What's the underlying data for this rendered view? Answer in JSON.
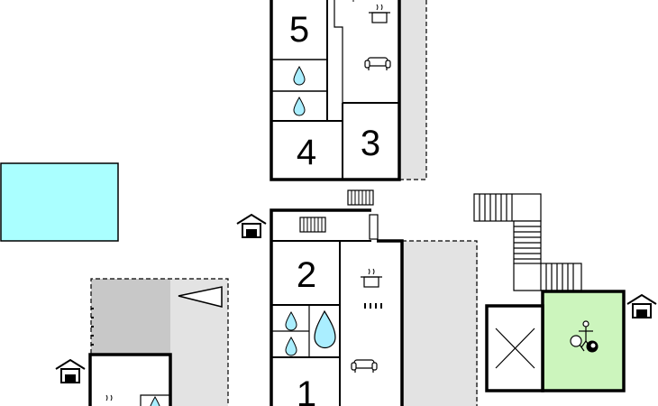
{
  "rooms": [
    {
      "key": "room-5",
      "label": "5"
    },
    {
      "key": "room-4",
      "label": "4"
    },
    {
      "key": "room-3",
      "label": "3"
    },
    {
      "key": "room-2",
      "label": "2"
    },
    {
      "key": "room-1",
      "label": "1"
    }
  ],
  "colors": {
    "wall": "#000000",
    "pool": "#aaffff",
    "terrace": "#e3e3e3",
    "garage": "#c8c8c8",
    "games_room": "#ccf5bd",
    "water": "#aaeeff"
  },
  "icons": [
    "house-icon",
    "cooking-pot-icon",
    "sofa-icon",
    "water-drop-icon",
    "radiator-icon",
    "stairs-icon",
    "table-tennis-icon",
    "billiard-ball-icon",
    "table-football-icon",
    "parking-icon"
  ]
}
